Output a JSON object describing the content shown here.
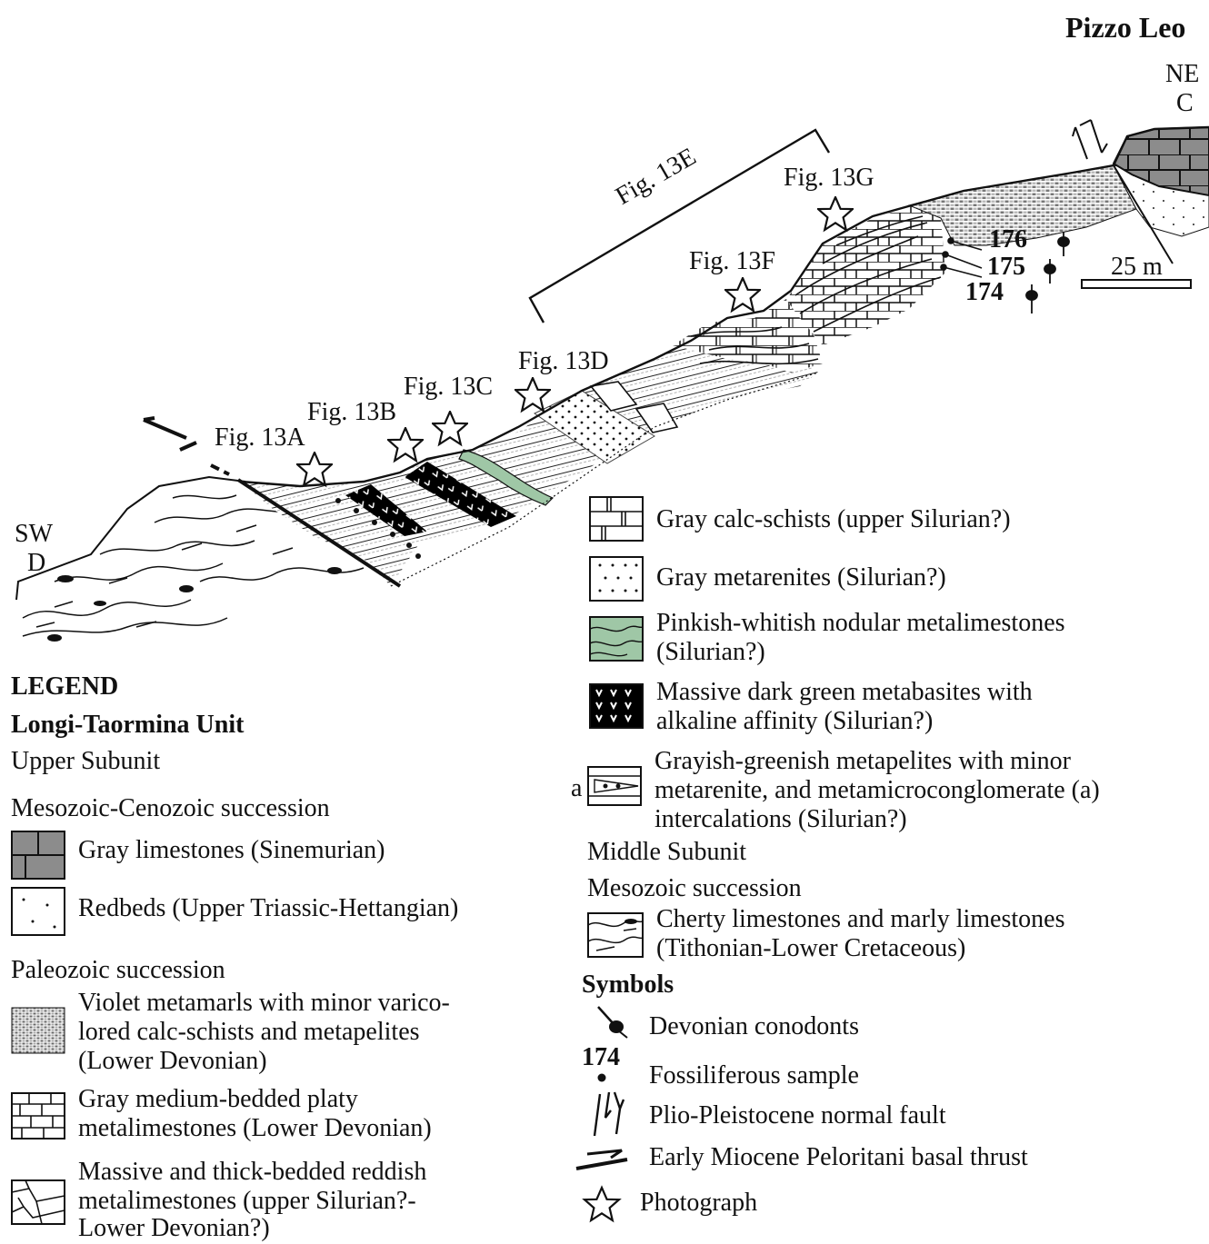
{
  "section": {
    "location_title": "Pizzo Leo",
    "ne_label": "NE",
    "c_label": "C",
    "sw_label": "SW",
    "d_label": "D",
    "scale_label": "25 m",
    "fig_labels": {
      "a": "Fig. 13A",
      "b": "Fig. 13B",
      "c": "Fig. 13C",
      "d": "Fig. 13D",
      "e": "Fig. 13E",
      "f": "Fig. 13F",
      "g": "Fig. 13G"
    },
    "samples": [
      "176",
      "175",
      "174"
    ]
  },
  "legend": {
    "heading": "LEGEND",
    "unit": "Longi-Taormina Unit",
    "upper_subunit": "Upper Subunit",
    "meso_ceno": "Mesozoic-Cenozoic succession",
    "gray_limestones": "Gray limestones (Sinemurian)",
    "redbeds": "Redbeds (Upper Triassic-Hettangian)",
    "paleozoic": "Paleozoic succession",
    "violet": [
      "Violet metamarls with minor varico-",
      "lored calc-schists and metapelites",
      "(Lower Devonian)"
    ],
    "platy": [
      "Gray medium-bedded platy",
      "metalimestones (Lower Devonian)"
    ],
    "massive_reddish": [
      "Massive and thick-bedded reddish",
      "metalimestones (upper Silurian?-",
      "Lower Devonian?)"
    ],
    "calc_schists": "Gray calc-schists (upper Silurian?)",
    "metarenites": "Gray metarenites (Silurian?)",
    "nodular": [
      "Pinkish-whitish nodular metalimestones",
      "(Silurian?)"
    ],
    "metabasites": [
      "Massive dark green metabasites with",
      "alkaline affinity (Silurian?)"
    ],
    "metapelites": [
      "Grayish-greenish metapelites with minor",
      "metarenite, and metamicroconglomerate (a)",
      "intercalations (Silurian?)"
    ],
    "metapelites_a": "a",
    "middle_subunit": "Middle Subunit",
    "meso_succession": "Mesozoic succession",
    "cherty": [
      "Cherty limestones and marly limestones",
      "(Tithonian-Lower Cretaceous)"
    ],
    "symbols_heading": "Symbols",
    "sym_conodonts": "Devonian conodonts",
    "sym_sample_num": "174",
    "sym_sample": "Fossiliferous sample",
    "sym_fault": "Plio-Pleistocene normal fault",
    "sym_thrust": "Early Miocene Peloritani basal thrust",
    "sym_photo": "Photograph"
  },
  "colors": {
    "limestone_gray": "#8c8c8c",
    "nodular_green": "#9fc7a6",
    "metabasite_black": "#000000"
  }
}
